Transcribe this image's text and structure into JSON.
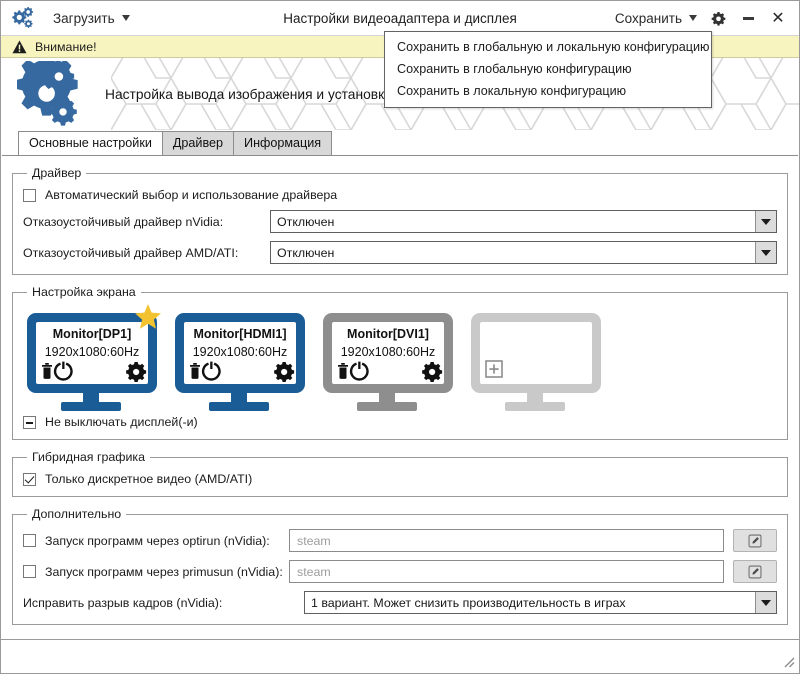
{
  "window": {
    "title": "Настройки видеоадаптера и дисплея",
    "load_menu_label": "Загрузить",
    "save_menu_label": "Сохранить",
    "settings_icon": "gear-icon",
    "minimize_icon": "minimize-icon",
    "close_icon": "close-icon",
    "app_icon": "gears-logo-icon"
  },
  "save_menu": {
    "items": [
      {
        "label": "Сохранить в глобальную и локальную конфигурацию"
      },
      {
        "label": "Сохранить в глобальную конфигурацию"
      },
      {
        "label": "Сохранить в локальную конфигурацию"
      }
    ]
  },
  "warning": {
    "icon": "warning-triangle-icon",
    "text": "Внимание!",
    "background": "#f7f4bf"
  },
  "banner": {
    "logo_icon": "gears-logo-large-icon",
    "text": "Настройка вывода изображения и установка драйвера видеокарты"
  },
  "tabs": [
    {
      "label": "Основные настройки",
      "active": true
    },
    {
      "label": "Драйвер",
      "active": false
    },
    {
      "label": "Информация",
      "active": false
    }
  ],
  "driver_group": {
    "legend": "Драйвер",
    "auto_checkbox": {
      "label": "Автоматический выбор и использование драйвера",
      "state": "unchecked"
    },
    "nvidia": {
      "label": "Отказоустойчивый драйвер nVidia:",
      "value": "Отключен"
    },
    "amd": {
      "label": "Отказоустойчивый драйвер AMD/ATI:",
      "value": "Отключен"
    }
  },
  "screen_group": {
    "legend": "Настройка экрана",
    "monitors": [
      {
        "name": "Monitor[DP1]",
        "mode": "1920x1080:60Hz",
        "color": "#1a5c96",
        "primary": true,
        "star_color": "#f2c230",
        "icons": [
          "trash-icon",
          "power-icon",
          "gear-icon"
        ]
      },
      {
        "name": "Monitor[HDMI1]",
        "mode": "1920x1080:60Hz",
        "color": "#1a5c96",
        "primary": false,
        "icons": [
          "trash-icon",
          "power-icon",
          "gear-icon"
        ]
      },
      {
        "name": "Monitor[DVI1]",
        "mode": "1920x1080:60Hz",
        "color": "#8e8e8e",
        "primary": false,
        "icons": [
          "trash-icon",
          "power-icon",
          "gear-icon"
        ]
      }
    ],
    "add_slot": {
      "color": "#c9c9c9",
      "icon": "plus-box-icon"
    },
    "keep_on_checkbox": {
      "label": "Не выключать дисплей(-и)",
      "state": "indeterminate"
    }
  },
  "hybrid_group": {
    "legend": "Гибридная графика",
    "discrete_checkbox": {
      "label": "Только дискретное видео (AMD/ATI)",
      "state": "checked"
    }
  },
  "additional_group": {
    "legend": "Дополнительно",
    "optirun": {
      "label": "Запуск программ через optirun (nVidia):",
      "state": "unchecked",
      "placeholder": "steam",
      "value": "",
      "edit_icon": "pencil-edit-icon"
    },
    "primusrun": {
      "label": "Запуск программ через primusun (nVidia):",
      "state": "unchecked",
      "placeholder": "steam",
      "value": "",
      "edit_icon": "pencil-edit-icon"
    },
    "tearfree": {
      "label": "Исправить разрыв кадров (nVidia):",
      "value": "1 вариант. Может снизить производительность в играх"
    }
  },
  "statusbar": {
    "resize_grip_icon": "resize-grip-icon"
  }
}
